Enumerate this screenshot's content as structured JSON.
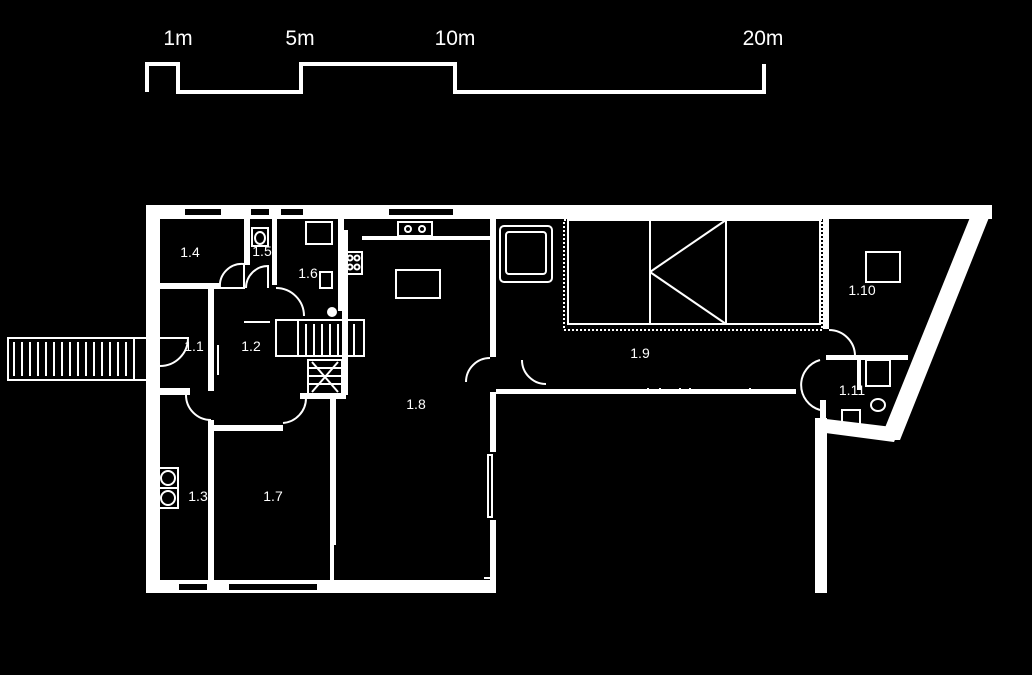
{
  "scale_bar": {
    "labels": [
      "1m",
      "5m",
      "10m",
      "20m"
    ]
  },
  "rooms": [
    {
      "id": "1.1"
    },
    {
      "id": "1.2"
    },
    {
      "id": "1.3"
    },
    {
      "id": "1.4"
    },
    {
      "id": "1.5"
    },
    {
      "id": "1.6"
    },
    {
      "id": "1.7"
    },
    {
      "id": "1.8"
    },
    {
      "id": "1.9"
    },
    {
      "id": "1.10"
    },
    {
      "id": "1.11"
    }
  ],
  "colors": {
    "background": "#000000",
    "lines": "#ffffff"
  }
}
